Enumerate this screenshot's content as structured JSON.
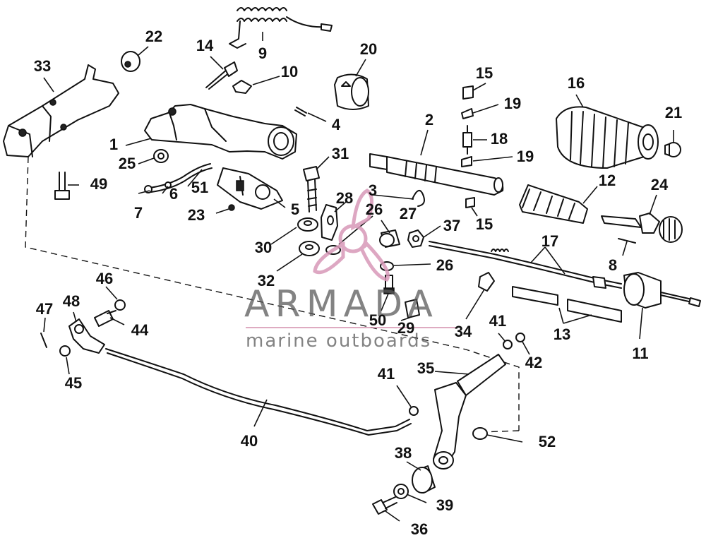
{
  "callouts": [
    "1",
    "2",
    "3",
    "4",
    "5",
    "6",
    "7",
    "8",
    "9",
    "10",
    "11",
    "12",
    "13",
    "14",
    "15",
    "15",
    "16",
    "17",
    "18",
    "19",
    "19",
    "20",
    "21",
    "22",
    "23",
    "24",
    "25",
    "26",
    "26",
    "27",
    "28",
    "29",
    "30",
    "31",
    "32",
    "33",
    "34",
    "35",
    "36",
    "37",
    "38",
    "39",
    "40",
    "41",
    "41",
    "42",
    "44",
    "45",
    "46",
    "47",
    "48",
    "49",
    "50",
    "51",
    "52"
  ],
  "watermark": {
    "brand": "ARMADA",
    "tagline": "marine outboards",
    "colors": {
      "logo": "#d898b8",
      "text": "#5a5a5a"
    }
  }
}
